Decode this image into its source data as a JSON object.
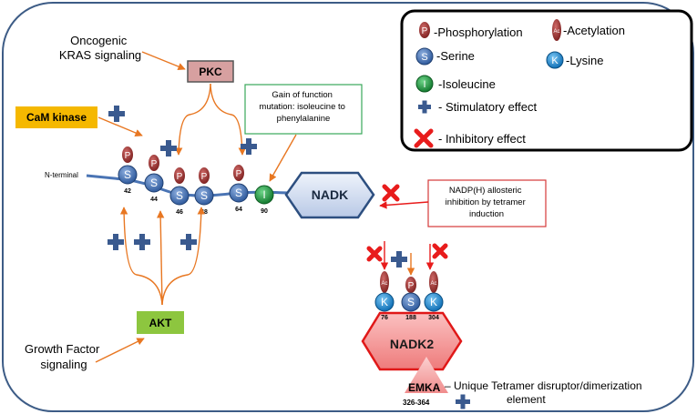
{
  "inputs": {
    "kras": [
      "Oncogenic",
      "KRAS signaling"
    ],
    "growth": [
      "Growth Factor",
      "signaling"
    ]
  },
  "kinases": {
    "pkc": "PKC",
    "camk": "CaM kinase",
    "akt": "AKT"
  },
  "chain": {
    "n_terminal": "N-terminal",
    "residues": [
      {
        "letter": "S",
        "num": "42",
        "mod": "P"
      },
      {
        "letter": "S",
        "num": "44",
        "mod": "P"
      },
      {
        "letter": "S",
        "num": "46",
        "mod": "P"
      },
      {
        "letter": "S",
        "num": "48",
        "mod": "P"
      },
      {
        "letter": "S",
        "num": "64",
        "mod": "P"
      },
      {
        "letter": "I",
        "num": "90",
        "mod": ""
      }
    ]
  },
  "nadk": "NADK",
  "mutation_note": [
    "Gain of function",
    "mutation: isoleucine to",
    "phenylalanine"
  ],
  "inhibition_note": [
    "NADP(H) allosteric",
    "inhibition by tetramer",
    "induction"
  ],
  "nadk2": {
    "label": "NADK2",
    "residues": [
      {
        "letter": "K",
        "num": "76",
        "mod": "Ac"
      },
      {
        "letter": "S",
        "num": "188",
        "mod": "P"
      },
      {
        "letter": "K",
        "num": "304",
        "mod": "Ac"
      }
    ],
    "emka": "EMKA",
    "emka_range": "326-364",
    "emka_desc": [
      "– Unique Tetramer disruptor/dimerization",
      "element"
    ]
  },
  "legend": {
    "phospho": "-Phosphorylation",
    "acetyl": "-Acetylation",
    "serine": "-Serine",
    "lysine": "-Lysine",
    "isoleucine": "-Isoleucine",
    "stim": "- Stimulatory effect",
    "inhib": "- Inhibitory effect",
    "p_letter": "P",
    "s_letter": "S",
    "k_letter": "K",
    "i_letter": "I",
    "ac_letter": "Ac"
  },
  "colors": {
    "arrow": "#e87722",
    "serine": "#4a74b4",
    "lysine": "#1e90d8",
    "isoleucine": "#27a844",
    "phospho": "#a0302e",
    "plus": "#3a5a8f",
    "cross": "#e81c1c",
    "nadk": "#d5dff0",
    "nadk2": "#f59a9a",
    "pkc": "#d7a0a0",
    "camk": "#f5b800",
    "akt": "#8dc63f"
  }
}
